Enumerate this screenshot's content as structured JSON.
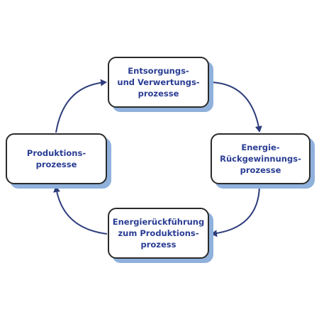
{
  "diagram": {
    "type": "cycle",
    "nodes": [
      {
        "id": "top",
        "label": "Entsorgungs-\nund Verwertungs-\nprozesse"
      },
      {
        "id": "right",
        "label": "Energie-\nRückgewinnungs-\nprozesse"
      },
      {
        "id": "bottom",
        "label": "Energierückführung\nzum Produktions-\nprozess"
      },
      {
        "id": "left",
        "label": "Produktions-\nprozesse"
      }
    ],
    "edges": [
      {
        "from": "top",
        "to": "right"
      },
      {
        "from": "right",
        "to": "bottom"
      },
      {
        "from": "bottom",
        "to": "left"
      },
      {
        "from": "left",
        "to": "top"
      }
    ],
    "colors": {
      "text": "#2a3d93",
      "arrow": "#2e3d7c",
      "shadow": "#8fb1dc",
      "border": "#2b2b2b"
    }
  }
}
